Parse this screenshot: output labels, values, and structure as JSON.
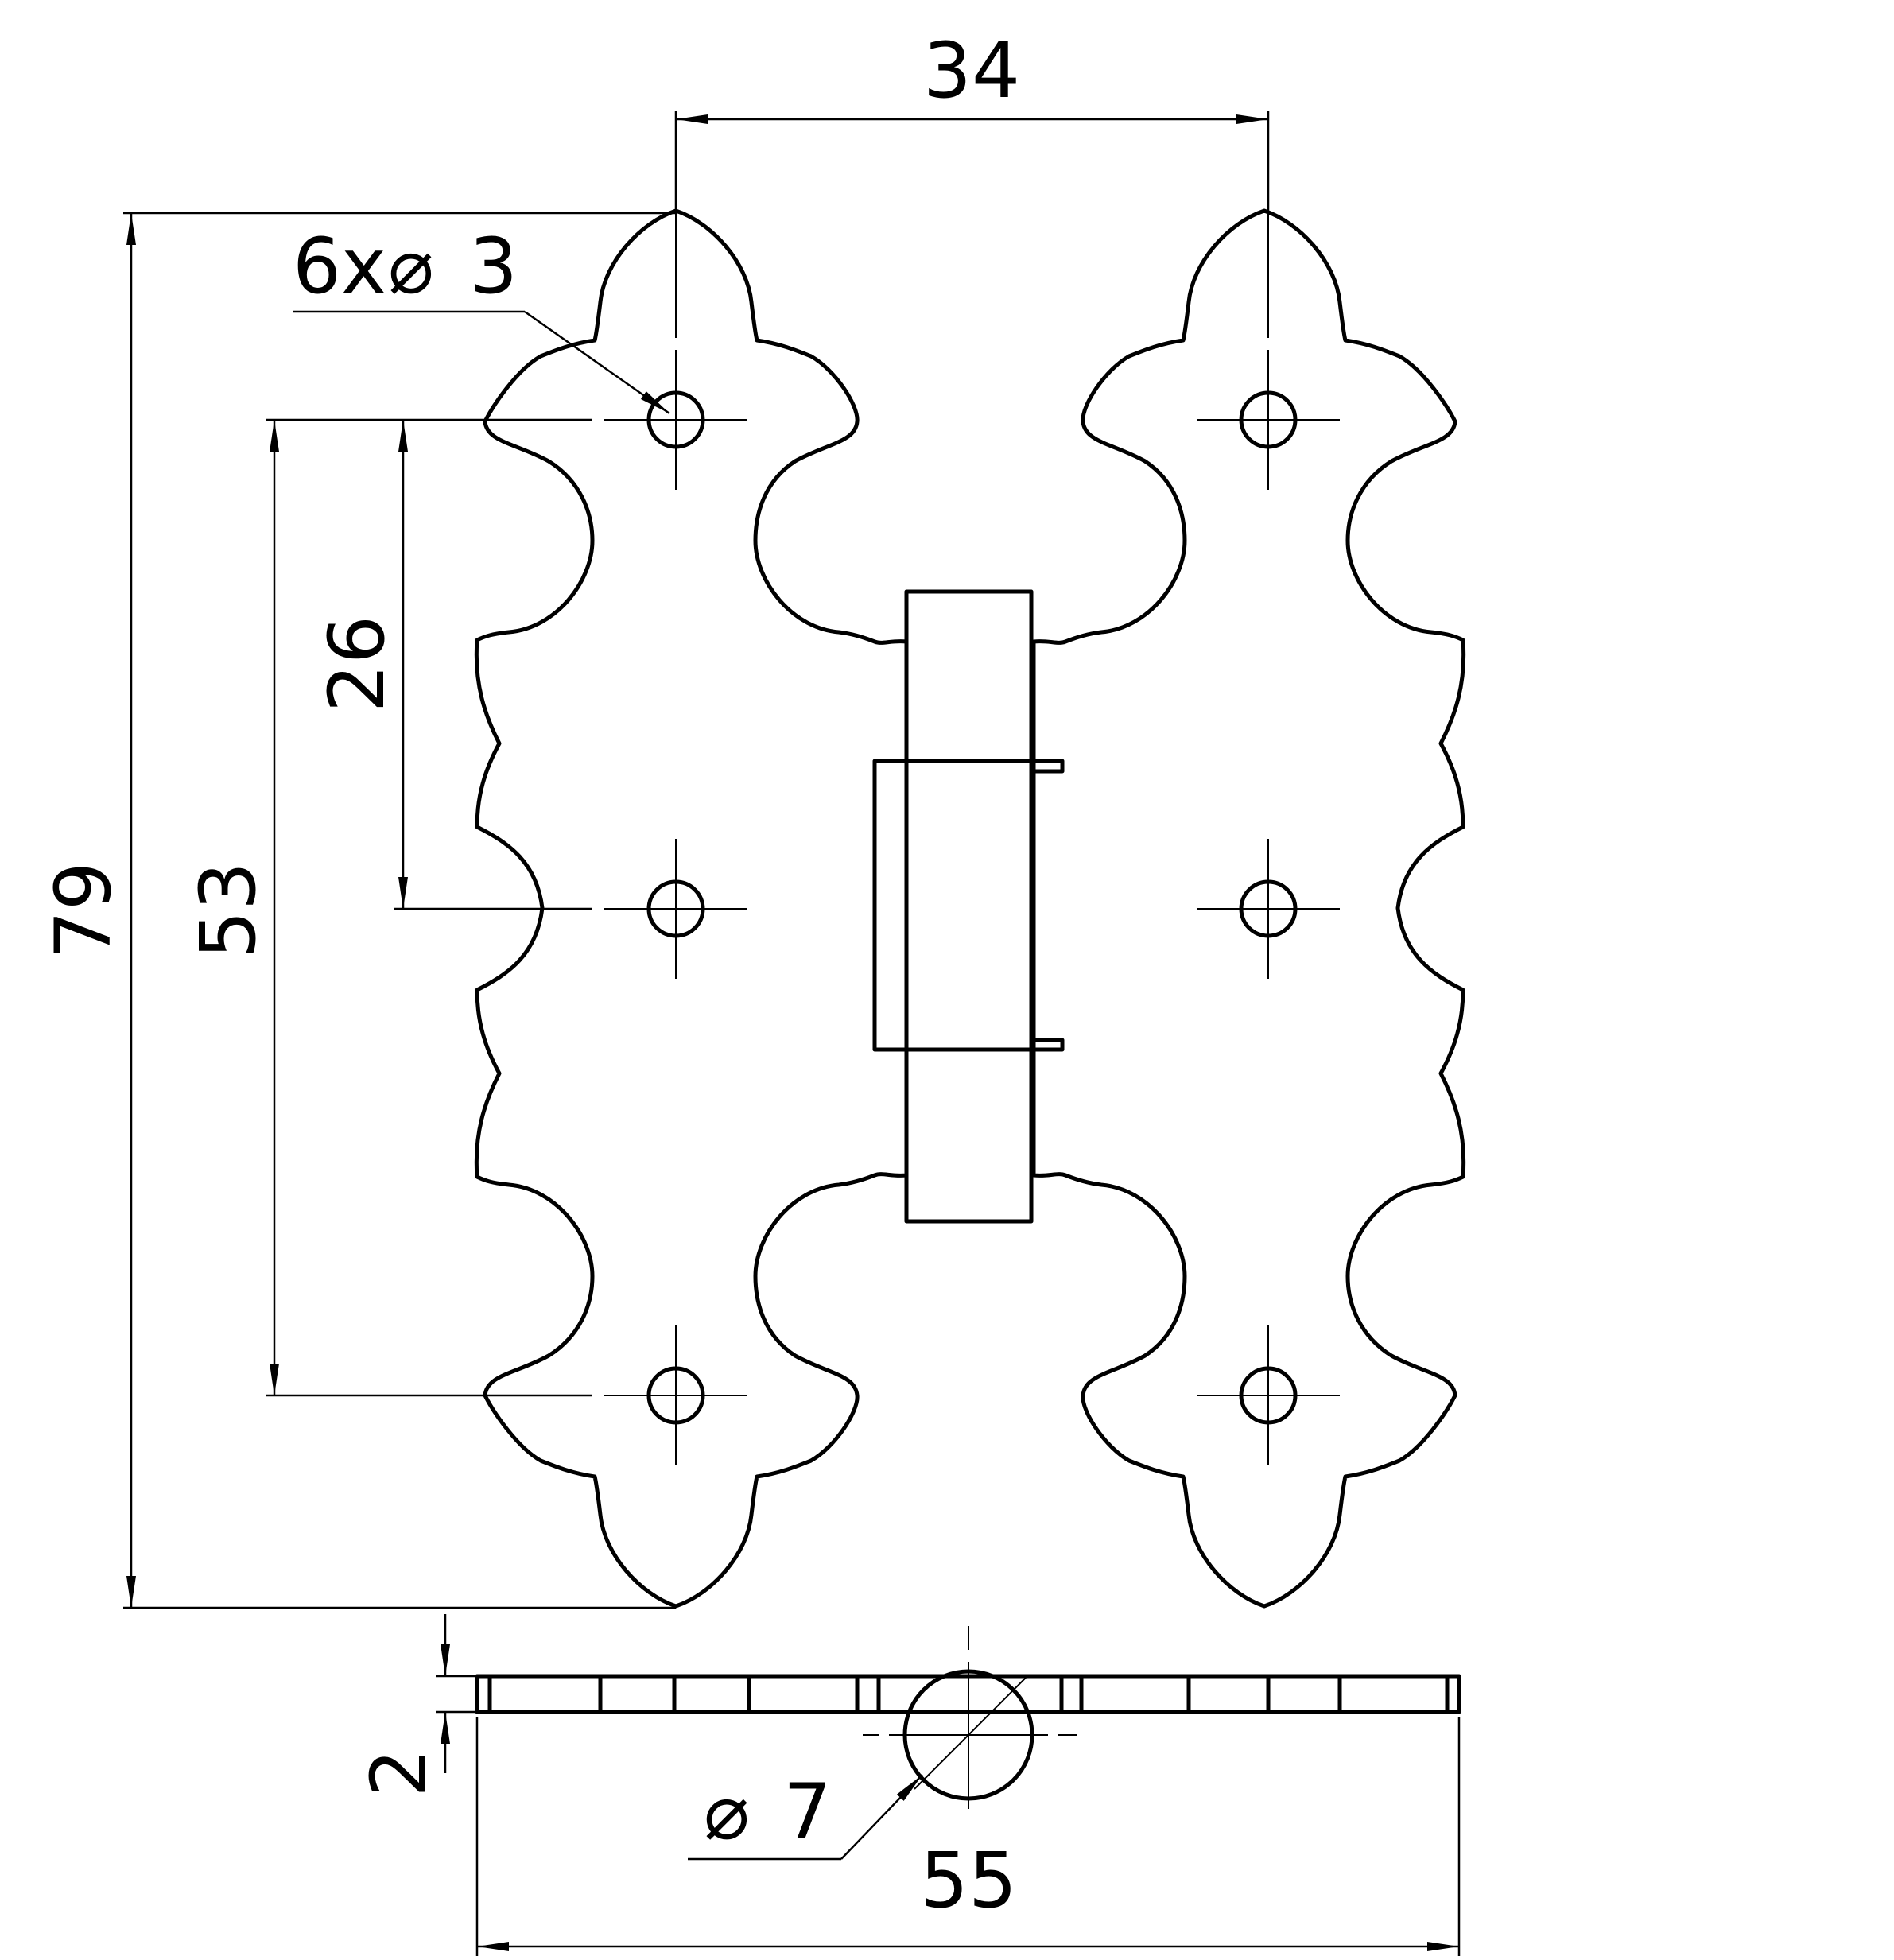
{
  "dimensions": {
    "hole_spacing_horizontal": "34",
    "overall_height": "79",
    "outer_hole_spacing": "53",
    "hole_pitch": "26",
    "hole_callout_count": "6x",
    "hole_callout_diameter": "3",
    "thickness": "2",
    "pin_diameter": "7",
    "overall_width": "55"
  },
  "symbols": {
    "diameter": "⌀"
  }
}
